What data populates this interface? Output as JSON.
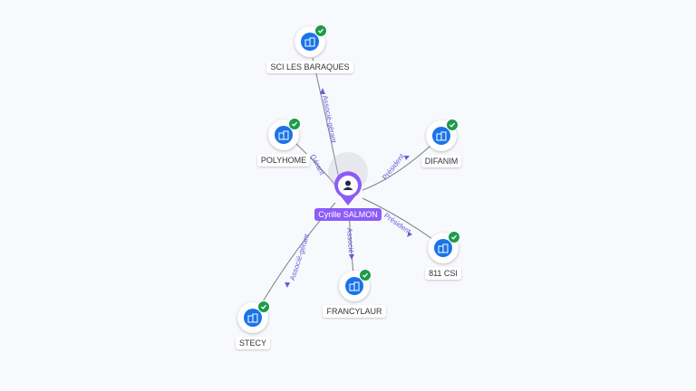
{
  "center": {
    "name": "Cyrille SALMON",
    "icon": "person-icon",
    "color": "#8b5cf6"
  },
  "nodes": [
    {
      "id": "sci",
      "label": "SCI LES BARAQUES",
      "icon": "building-icon",
      "verified": true
    },
    {
      "id": "polyhome",
      "label": "POLYHOME",
      "icon": "building-icon",
      "verified": true
    },
    {
      "id": "difanim",
      "label": "DIFANIM",
      "icon": "building-icon",
      "verified": true
    },
    {
      "id": "csi",
      "label": "811 CSI",
      "icon": "building-icon",
      "verified": true
    },
    {
      "id": "francylaur",
      "label": "FRANCYLAUR",
      "icon": "building-icon",
      "verified": true
    },
    {
      "id": "stecy",
      "label": "STECY",
      "icon": "building-icon",
      "verified": true
    }
  ],
  "edges": [
    {
      "to": "sci",
      "label": "Associé-gérant"
    },
    {
      "to": "polyhome",
      "label": "Gérant"
    },
    {
      "to": "difanim",
      "label": "Président"
    },
    {
      "to": "csi",
      "label": "Président"
    },
    {
      "to": "francylaur",
      "label": "Associé"
    },
    {
      "to": "stecy",
      "label": "Associé-gérant"
    }
  ],
  "colors": {
    "node_fill": "#1a73e8",
    "verified_badge": "#1e9a4b",
    "edge_label": "#6b5bd6"
  }
}
